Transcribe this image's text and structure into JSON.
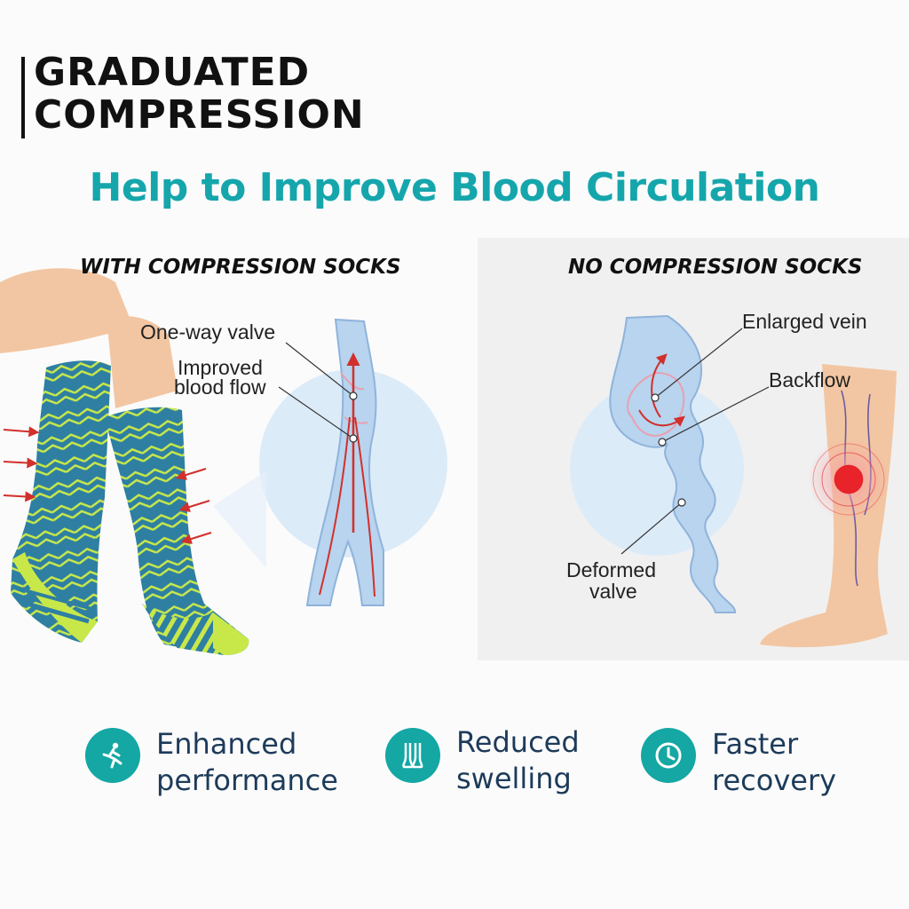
{
  "brand": {
    "line1": "GRADUATED",
    "line2": "COMPRESSION"
  },
  "headline": "Help to Improve Blood Circulation",
  "with_panel": {
    "title": "WITH COMPRESSION SOCKS",
    "callouts": {
      "valve": "One-way valve",
      "flow_line1": "Improved",
      "flow_line2": "blood flow"
    }
  },
  "without_panel": {
    "title": "NO COMPRESSION SOCKS",
    "callouts": {
      "enlarged": "Enlarged vein",
      "backflow": "Backflow",
      "deformed_line1": "Deformed",
      "deformed_line2": "valve"
    }
  },
  "benefits": [
    {
      "icon": "running-person-icon",
      "line1": "Enhanced",
      "line2": "performance"
    },
    {
      "icon": "feet-icon",
      "line1": "Reduced",
      "line2": "swelling"
    },
    {
      "icon": "clock-icon",
      "line1": "Faster",
      "line2": "recovery"
    }
  ],
  "colors": {
    "teal": "#15a6ac",
    "navy": "#1d3b5a",
    "sock_blue": "#2e7fa2",
    "sock_lime": "#c8e84a",
    "skin": "#f2c6a2",
    "vein": "#a9cbea",
    "arrow_red": "#d1302c",
    "pain_red": "#e8232a"
  }
}
